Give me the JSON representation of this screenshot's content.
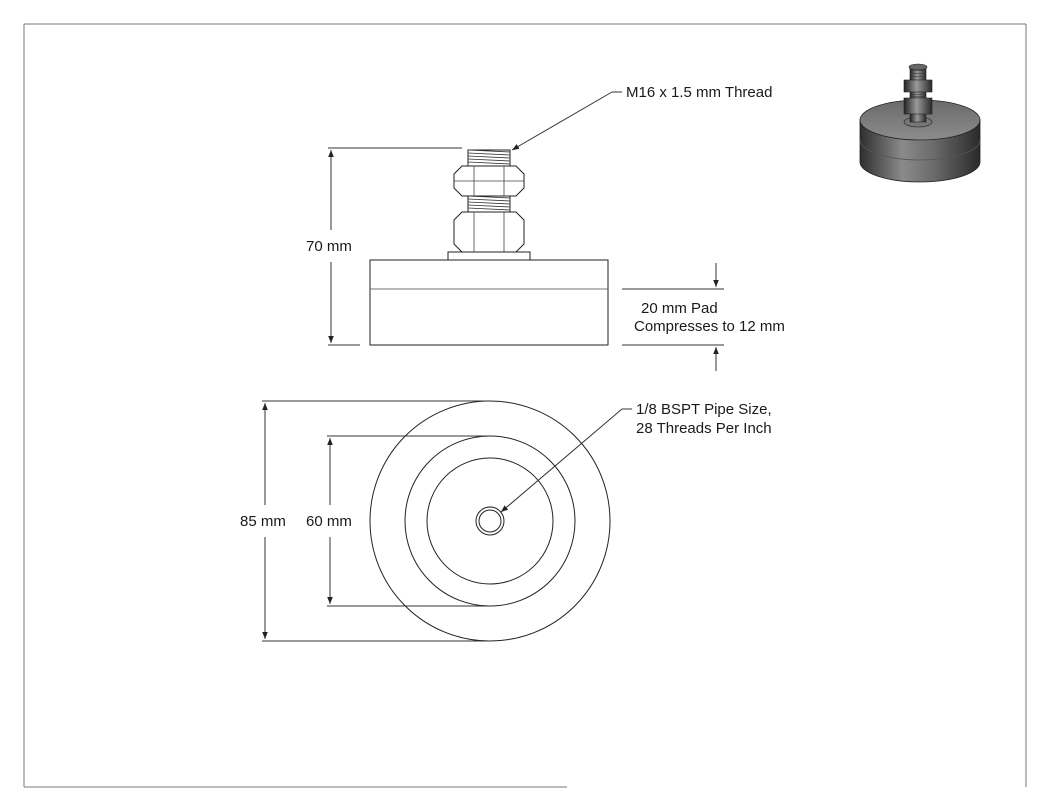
{
  "labels": {
    "thread_callout": "M16 x 1.5 mm Thread",
    "height_dim": "70 mm",
    "pad_line1": "20 mm Pad",
    "pad_line2": "Compresses to 12 mm",
    "pipe_line1": "1/8 BSPT Pipe Size,",
    "pipe_line2": "28 Threads Per Inch",
    "outer_dia": "85 mm",
    "inner_dia": "60 mm"
  },
  "colors": {
    "line": "#222222",
    "shade_light": "#9a9a9a",
    "shade_dark": "#3f3f3f"
  }
}
